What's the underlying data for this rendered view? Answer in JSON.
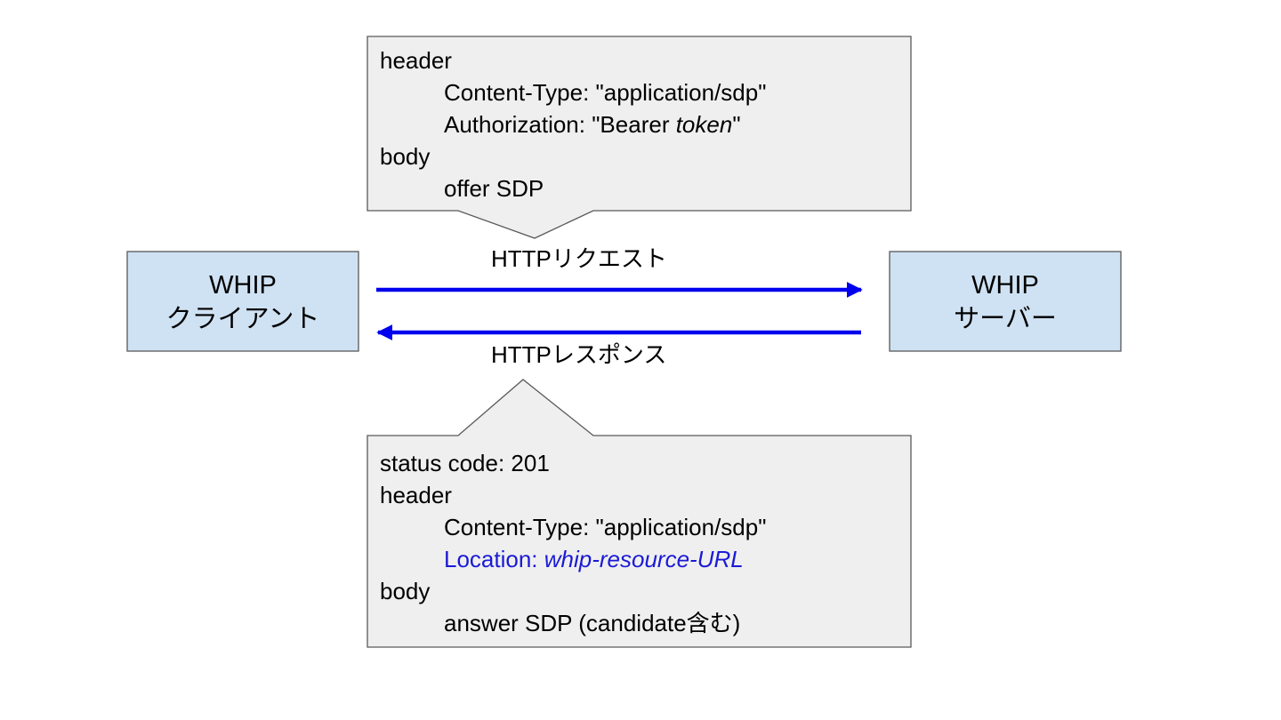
{
  "nodes": {
    "client": {
      "line1": "WHIP",
      "line2": "クライアント"
    },
    "server": {
      "line1": "WHIP",
      "line2": "サーバー"
    }
  },
  "edges": {
    "request": {
      "label": "HTTPリクエスト"
    },
    "response": {
      "label": "HTTPレスポンス"
    }
  },
  "request_callout": {
    "header": "header",
    "content_type": "Content-Type: \"application/sdp\"",
    "authorization_prefix": "Authorization: \"Bearer ",
    "authorization_token": "token",
    "authorization_suffix": "\"",
    "body": "body",
    "offer": "offer SDP"
  },
  "response_callout": {
    "status": "status code: 201",
    "header": "header",
    "content_type": "Content-Type: \"application/sdp\"",
    "location_prefix": "Location: ",
    "location_value": "whip-resource-URL",
    "body": "body",
    "answer": "answer SDP (candidate含む)"
  },
  "colors": {
    "node_fill": "#cfe2f3",
    "callout_fill": "#efefef",
    "arrow": "#0000ee",
    "highlight_text": "#1a1ad6"
  }
}
